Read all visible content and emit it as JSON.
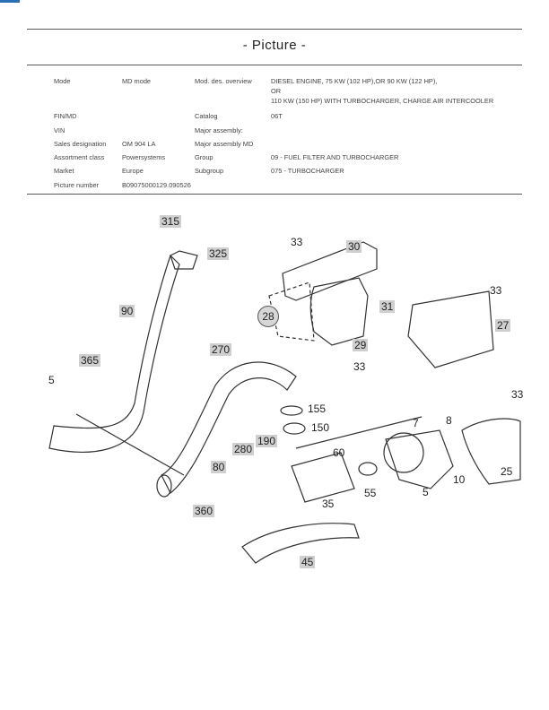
{
  "header": {
    "title": "- Picture -"
  },
  "info": {
    "mode_label": "Mode",
    "mode_value": "MD  mode",
    "overview_label": "Mod.   des.   overview",
    "overview_line1": "DIESEL ENGINE, 75 KW (102 HP),OR 90 KW (122 HP),",
    "overview_line2": "OR",
    "overview_line3": "110 KW (150 HP) WITH TURBOCHARGER, CHARGE AIR INTERCOOLER",
    "fin_label": "FIN/MD",
    "catalog_label": "Catalog",
    "catalog_value": "06T",
    "vin_label": "VIN",
    "major_assembly_label": "Major    assembly:",
    "sales_label": "Sales    designation",
    "sales_value": "OM  904  LA",
    "major_assembly_md_label": "Major   assembly   MD",
    "assortment_label": "Assortment class",
    "assortment_value": "Powersystems",
    "group_label": "Group",
    "group_value": "09  -  FUEL  FILTER  AND  TURBOCHARGER",
    "market_label": "Market",
    "market_value": "Europe",
    "subgroup_label": "Subgroup",
    "subgroup_value": "075  -  TURBOCHARGER",
    "picture_number_label": "Picture number",
    "picture_number_value": "B09075000129.090526"
  },
  "diagram": {
    "callouts": [
      "315",
      "325",
      "33",
      "30",
      "90",
      "28",
      "31",
      "29",
      "33",
      "27",
      "270",
      "33",
      "365",
      "5",
      "33",
      "155",
      "150",
      "60",
      "7",
      "8",
      "280",
      "190",
      "80",
      "35",
      "55",
      "5",
      "10",
      "25",
      "360",
      "45"
    ]
  }
}
